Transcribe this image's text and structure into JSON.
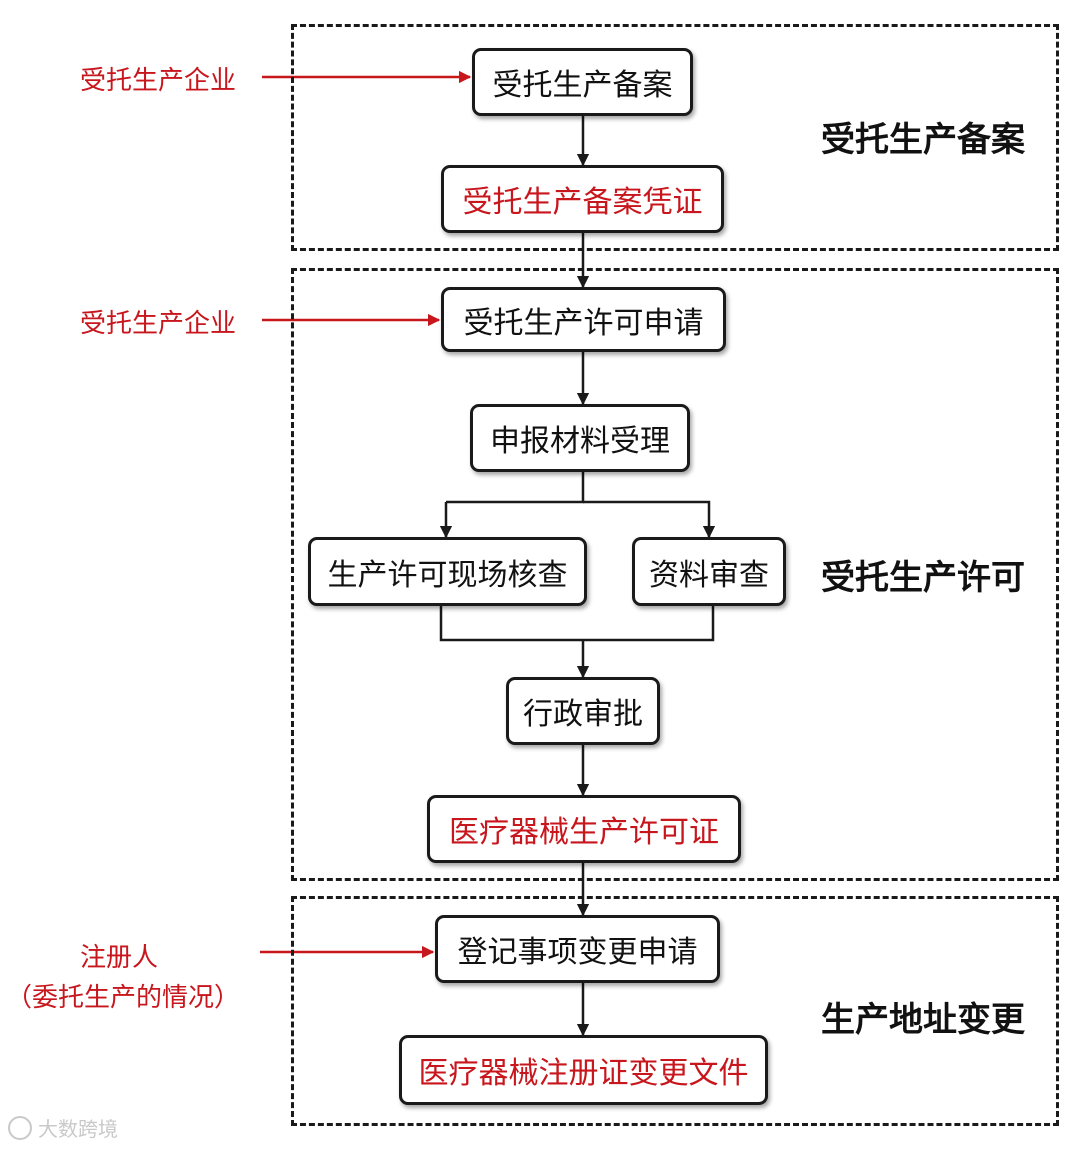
{
  "sections": [
    {
      "title": "受托生产备案"
    },
    {
      "title": "受托生产许可"
    },
    {
      "title": "生产地址变更"
    }
  ],
  "nodes": {
    "filing_application": "受托生产备案",
    "filing_certificate": "受托生产备案凭证",
    "license_application": "受托生产许可申请",
    "material_acceptance": "申报材料受理",
    "site_inspection": "生产许可现场核查",
    "document_review": "资料审查",
    "admin_approval": "行政审批",
    "production_license": "医疗器械生产许可证",
    "change_application": "登记事项变更申请",
    "change_document": "医疗器械注册证变更文件"
  },
  "actors": {
    "entrusted_enterprise_1": "受托生产企业",
    "entrusted_enterprise_2": "受托生产企业",
    "registrant": "注册人",
    "registrant_note": "（委托生产的情况）"
  },
  "watermark": "大数跨境",
  "colors": {
    "accent_red": "#c8161d",
    "line": "#1a1a1a"
  }
}
